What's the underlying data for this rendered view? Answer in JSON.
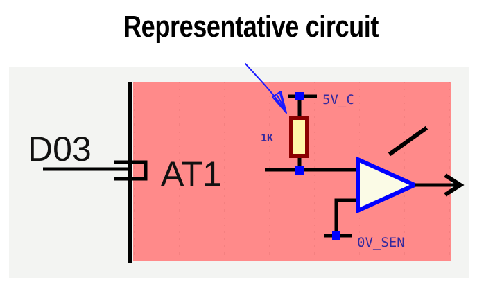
{
  "title": "Representative circuit",
  "diagram": {
    "input_net_label": "D03",
    "component_label": "AT1",
    "resistor_value": "1K",
    "supply_net_label": "5V_C",
    "ground_net_label": "0V_SEN",
    "colors": {
      "panel_background": "#f3f4f2",
      "component_area": "#ff8a8a",
      "wire": "#000000",
      "junction": "#0000ff",
      "amplifier_outline": "#0000ff",
      "amplifier_fill": "#fbfbe6",
      "resistor_border": "#8b0000",
      "resistor_fill": "#fff5a8",
      "net_label_text": "#33299e",
      "annotation_arrow": "#1a1aff"
    }
  }
}
